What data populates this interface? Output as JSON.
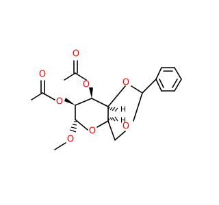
{
  "colors": {
    "oxygen": "#ff0000",
    "hydrogen": "#000000",
    "bond": "#000000",
    "background": "#ffffff"
  },
  "atom_labels": {
    "o_acetyl_upper_carbonyl": "O",
    "o_acetyl_upper_ester": "O",
    "o_acetyl_left_carbonyl": "O",
    "o_acetyl_left_ester": "O",
    "o_dioxane_upper": "O",
    "o_dioxane_lower": "O",
    "o_pyranose_ring": "O",
    "o_methoxy": "O",
    "h_upper_stereo": "H",
    "h_lower_stereo": "H"
  }
}
